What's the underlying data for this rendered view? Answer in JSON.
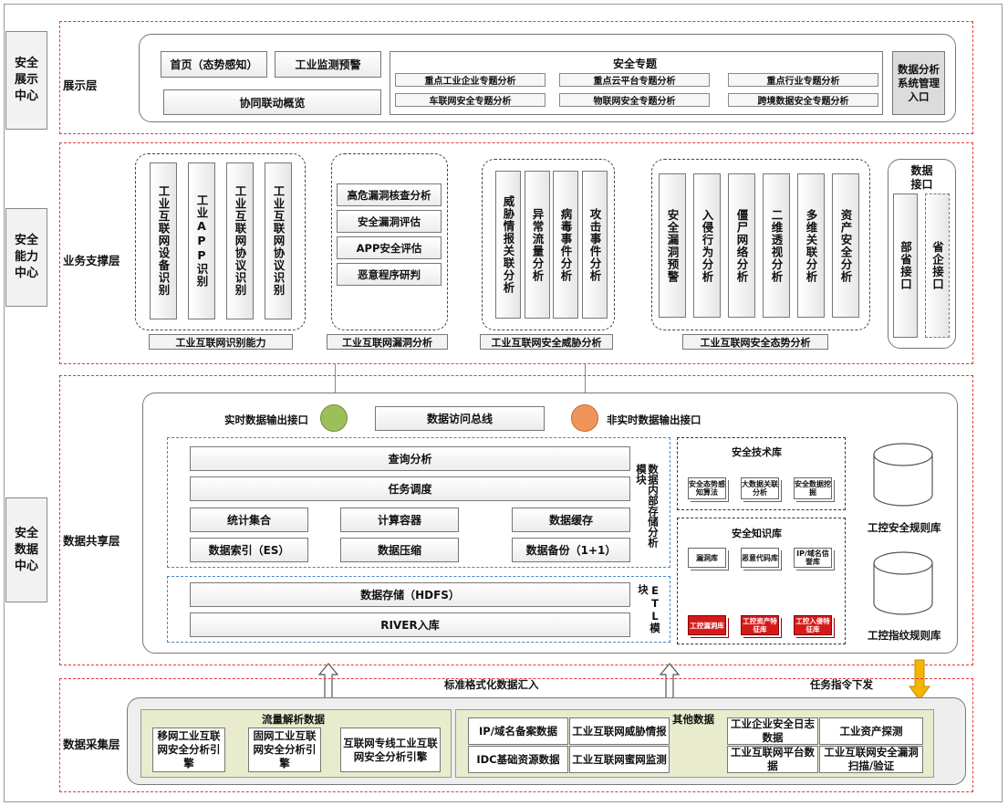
{
  "sidebar": {
    "presentation_center": "安全\n展示\n中心",
    "capability_center": "安全\n能力\n中心",
    "data_center": "安全\n数据\n中心"
  },
  "layers": {
    "presentation": "展示层",
    "business": "业务支撑层",
    "data_share": "数据共享层",
    "collection": "数据采集层"
  },
  "presentation": {
    "home": "首页（态势感知）",
    "monitor": "工业监测预警",
    "linkage": "协同联动概览",
    "topics_title": "安全专题",
    "topics": [
      "重点工业企业专题分析",
      "重点云平台专题分析",
      "重点行业专题分析",
      "车联网安全专题分析",
      "物联网安全专题分析",
      "跨境数据安全专题分析"
    ],
    "admin_entry": "数据分析\n系统管理\n入口"
  },
  "business": {
    "identify": {
      "items": [
        "工业互联网设备识别",
        "工业APP识别",
        "工业互联网协议识别",
        "工业互联网协议识别"
      ],
      "caption": "工业互联网识别能力"
    },
    "vuln": {
      "items": [
        "高危漏洞核查分析",
        "安全漏洞评估",
        "APP安全评估",
        "恶意程序研判"
      ],
      "caption": "工业互联网漏洞分析"
    },
    "threat": {
      "items": [
        "威胁情报关联分析",
        "异常流量分析",
        "病毒事件分析",
        "攻击事件分析"
      ],
      "caption": "工业互联网安全威胁分析"
    },
    "situation": {
      "items": [
        "安全漏洞预警",
        "入侵行为分析",
        "僵尸网络分析",
        "二维透视分析",
        "多维关联分析",
        "资产安全分析"
      ],
      "caption": "工业互联网安全态势分析"
    },
    "data_interface": {
      "title": "数据\n接口",
      "items": [
        "部省接口",
        "省企接口"
      ]
    }
  },
  "data_share": {
    "realtime": "实时数据输出接口",
    "bus": "数据访问总线",
    "nonrealtime": "非实时数据输出接口",
    "query": "查询分析",
    "schedule": "任务调度",
    "stats": "统计集合",
    "compute": "计算容器",
    "cache": "数据缓存",
    "index": "数据索引（ES）",
    "compress": "数据压缩",
    "backup": "数据备份（1+1）",
    "module_a": "数据内部存储分析模块",
    "storage": "数据存储（HDFS）",
    "river": "RIVER入库",
    "etl": "ETL模块",
    "tech_lib": "安全技术库",
    "tech_items": [
      "安全态势感知算法",
      "大数据关联分析",
      "安全数据挖掘"
    ],
    "knowledge_lib": "安全知识库",
    "knowledge_items": [
      "漏洞库",
      "恶意代码库",
      "IP/域名信誉库"
    ],
    "red_items": [
      "工控漏洞库",
      "工控资产特征库",
      "工控入侵特征库"
    ],
    "ics_rules": "工控安全规则库",
    "ics_fingerprint": "工控指纹规则库"
  },
  "collection": {
    "std_input": "标准格式化数据汇入",
    "task_issue": "任务指令下发",
    "flow_title": "流量解析数据",
    "flow_items": [
      "移网工业互联网安全分析引擎",
      "固网工业互联网安全分析引擎",
      "互联网专线工业互联网安全分析引擎"
    ],
    "other_title": "其他数据",
    "other_items": [
      "IP/域名备案数据",
      "工业互联网威胁情报",
      "IDC基础资源数据",
      "工业互联网蜜网监测",
      "工业企业安全日志数据",
      "工业资产探测",
      "工业互联网平台数据",
      "工业互联网安全漏洞扫描/验证"
    ]
  },
  "colors": {
    "accent_red": "#e53935",
    "green_node": "#9cbf5a",
    "orange_node": "#f0955a",
    "arrow_yellow": "#f5b400"
  }
}
